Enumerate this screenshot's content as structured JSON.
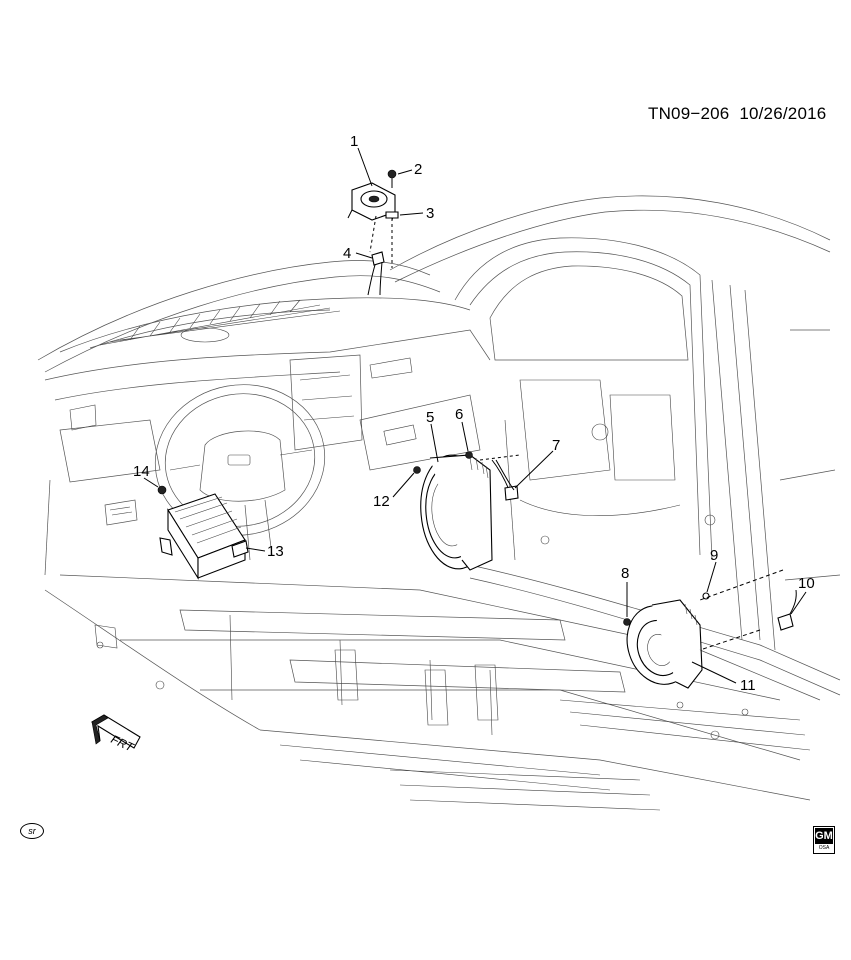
{
  "header": {
    "diagram_id": "TN09−206",
    "date": "10/26/2016"
  },
  "callouts": {
    "c1": "1",
    "c2": "2",
    "c3": "3",
    "c4": "4",
    "c5": "5",
    "c6": "6",
    "c7": "7",
    "c8": "8",
    "c9": "9",
    "c10": "10",
    "c11": "11",
    "c12": "12",
    "c13": "13",
    "c14": "14"
  },
  "direction_marker": {
    "text": "FRT"
  },
  "footer": {
    "sr_symbol": "sr",
    "logo_text": "GM",
    "logo_sub": "OSA"
  },
  "icons": [
    "front-arrow-icon",
    "sr-symbol-icon",
    "gm-logo-icon"
  ]
}
